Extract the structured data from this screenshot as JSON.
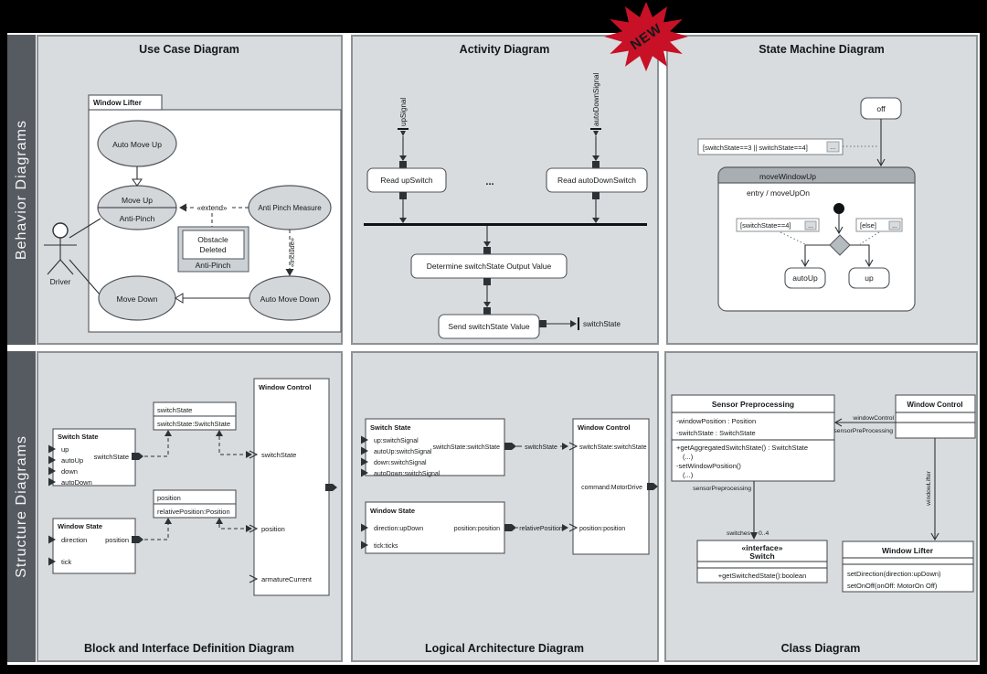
{
  "colors": {
    "badge_red": "#c81126",
    "panel_bg": "#d9dcde",
    "panel_border": "#8d9296",
    "sidebar_bg": "#565b61",
    "node_gray": "#d3d7da",
    "state_header_gray": "#a9aeb3"
  },
  "sidebar": {
    "behavior": "Behavior Diagrams",
    "structure": "Structure Diagrams"
  },
  "badge": {
    "label": "NEW"
  },
  "use_case": {
    "title": "Use Case Diagram",
    "frame_label": "Window Lifter",
    "actor": "Driver",
    "nodes": {
      "auto_move_up": "Auto Move Up",
      "move_up": "Move Up",
      "move_up_sub": "Anti-Pinch",
      "anti_pinch_measure": "Anti Pinch Measure",
      "move_down": "Move Down",
      "auto_move_down": "Auto Move Down",
      "obstacle_line1": "Obstacle",
      "obstacle_line2": "Deleted",
      "obstacle_sub": "Anti-Pinch"
    },
    "stereotypes": {
      "extend": "«extend»",
      "include": "«include»"
    }
  },
  "activity": {
    "title": "Activity Diagram",
    "signals": {
      "up": "upSignal",
      "auto_down": "autoDownSignal"
    },
    "actions": {
      "read_up": "Read upSwitch",
      "read_auto_down": "Read autoDownSwitch",
      "determine": "Determine switchState Output Value",
      "send": "Send switchState Value"
    },
    "ellipsis": "...",
    "output_label": "switchState"
  },
  "state_machine": {
    "title": "State Machine Diagram",
    "states": {
      "off": "off",
      "composite": "moveWindowUp",
      "entry": "entry / moveUpOn",
      "auto_up": "autoUp",
      "up": "up"
    },
    "guards": {
      "main": "[switchState==3 || switchState==4]",
      "switch4": "[switchState==4]",
      "else": "[else]",
      "dots": "..."
    }
  },
  "bdd": {
    "title": "Block and Interface Definition Diagram",
    "switch_state": {
      "title": "Switch State",
      "inputs": [
        "up",
        "autoUp",
        "down",
        "autoDown"
      ],
      "output": "switchState"
    },
    "window_state": {
      "title": "Window State",
      "inputs": [
        "direction",
        "tick"
      ],
      "output": "position"
    },
    "window_control": {
      "title": "Window Control",
      "inputs": [
        "switchState",
        "position",
        "armatureCurrent"
      ]
    },
    "connectors": {
      "switch_row1": "switchState",
      "switch_row2": "switchState:SwitchState",
      "pos_row1": "position",
      "pos_row2": "relativePosition:Position"
    }
  },
  "lad": {
    "title": "Logical Architecture Diagram",
    "switch_state": {
      "title": "Switch State",
      "inputs": [
        "up:switchSignal",
        "autoUp:switchSignal",
        "down:switchSignal",
        "autoDown:switchSignal"
      ],
      "output": "switchState:switchState"
    },
    "window_state": {
      "title": "Window State",
      "inputs": [
        "direction:upDown",
        "tick:ticks"
      ],
      "output": "position:position"
    },
    "window_control": {
      "title": "Window Control",
      "inputs": [
        "switchState:switchState",
        "position:position"
      ],
      "output": "command:MotorDrive"
    },
    "links": {
      "switch_state": "switchState",
      "relative_position": "relativePosition"
    }
  },
  "class_diagram": {
    "title": "Class Diagram",
    "sensor": {
      "title": "Sensor Preprocessing",
      "attrs": [
        "-windowPosition : Position",
        "-switchState : SwitchState"
      ],
      "ops": [
        "+getAggregatedSwitchState() : SwitchState",
        "(...)",
        "-setWindowPosition()",
        "(...)"
      ]
    },
    "switch_interface": {
      "stereotype": "«interface»",
      "title": "Switch",
      "op": "+getSwitchedState():boolean"
    },
    "window_control": {
      "title": "Window Control"
    },
    "window_lifter": {
      "title": "Window Lifter",
      "ops": [
        "setDirection(direction:upDown)",
        "setOnOff(onOff: MotorOn Off)"
      ]
    },
    "labels": {
      "sensor_preprocessing": "sensorPreprocessing",
      "switches": "switches",
      "multiplicity": "0..4",
      "window_control": "windowControl",
      "sensor_pre_processing": "sensorPreProcessing",
      "window_lifter": "windowLifter"
    }
  }
}
